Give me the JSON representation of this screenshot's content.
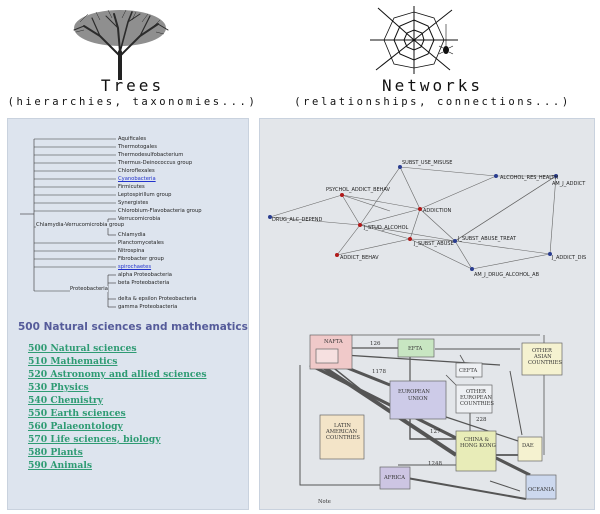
{
  "headings": {
    "trees_title": "Trees",
    "trees_sub": "(hierarchies, taxonomies...)",
    "networks_title": "Networks",
    "networks_sub": "(relationships, connections...)"
  },
  "tree_panel": {
    "phylo_labels": [
      {
        "text": "Aquificales",
        "link": false
      },
      {
        "text": "Thermotogales",
        "link": false
      },
      {
        "text": "Thermodesulfobacterium",
        "link": false
      },
      {
        "text": "Thermus-Deinococcus group",
        "link": false
      },
      {
        "text": "Chloroflexales",
        "link": false
      },
      {
        "text": "Cyanobacteria",
        "link": true
      },
      {
        "text": "Firmicutes",
        "link": false
      },
      {
        "text": "Leptospirillum group",
        "link": false
      },
      {
        "text": "Synergistes",
        "link": false
      },
      {
        "text": "Chlorobium-Flavobacteria group",
        "link": false
      },
      {
        "text": "Verrucomicrobia",
        "link": false
      },
      {
        "text": "Chlamydia",
        "link": false
      },
      {
        "text": "Planctomycetales",
        "link": false
      },
      {
        "text": "Nitrospina",
        "link": false
      },
      {
        "text": "Fibrobacter group",
        "link": false
      },
      {
        "text": "spirochaetes",
        "link": true
      },
      {
        "text": "alpha Proteobacteria",
        "link": false
      },
      {
        "text": "beta Proteobacteria",
        "link": false
      },
      {
        "text": "delta & epsilon Proteobacteria",
        "link": false
      },
      {
        "text": "gamma Proteobacteria",
        "link": false
      }
    ],
    "inner_labels": {
      "chlamydia_group": "Chlamydia-Verrucomicrobia group",
      "proteobacteria": "Proteobacteria"
    },
    "ddc_title": "500 Natural sciences and mathematics",
    "ddc_items": [
      "500 Natural sciences",
      "510 Mathematics",
      "520 Astronomy and allied sciences",
      "530 Physics",
      "540 Chemistry",
      "550 Earth sciences",
      "560 Palaeontology",
      "570 Life sciences, biology",
      "580 Plants",
      "590 Animals"
    ]
  },
  "network_panel": {
    "graph_labels": {
      "n1": "SUBST_USE_MISUSE",
      "n2": "ALCOHOL_RES_HEALTH",
      "n3": "PSYCHOL_ADDICT_BEHAV",
      "n4": "AM_J_ADDICT",
      "n5": "DRUG_ALC_DEPEND",
      "n6": "ADDICTION",
      "n7": "J_STUD_ALCOHOL",
      "n8": "J_SUBST_ABUSE",
      "n9": "J_SUBST_ABUSE_TREAT",
      "n10": "J_ADDICT_DIS",
      "n11": "ADDICT_BEHAV",
      "n12": "AM_J_DRUG_ALCOHOL_AB"
    },
    "trade_boxes": {
      "nafta": "NAFTA",
      "efta": "EFTA",
      "cefta": "CEFTA",
      "other_asian_1": "OTHER",
      "other_asian_2": "ASIAN",
      "other_asian_3": "COUNTRIES",
      "eu_1": "EUROPEAN",
      "eu_2": "UNION",
      "other_eu_1": "OTHER",
      "other_eu_2": "EUROPEAN",
      "other_eu_3": "COUNTRIES",
      "latam_1": "LATIN",
      "latam_2": "AMERICAN",
      "latam_3": "COUNTRIES",
      "china_1": "CHINA &",
      "china_2": "HONG KONG",
      "dae": "DAE",
      "africa": "AFRICA",
      "oceania": "OCEANIA",
      "note": "Note"
    },
    "edge_numbers": {
      "e1": "126",
      "e2": "1178",
      "e3": "1248",
      "e4": "228",
      "e5": "127"
    }
  }
}
